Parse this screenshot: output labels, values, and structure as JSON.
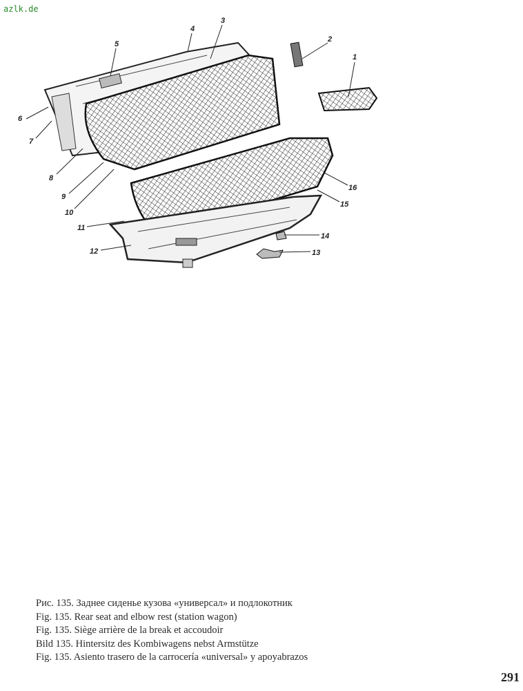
{
  "watermark": "azlk.de",
  "figure": {
    "callouts": [
      "1",
      "2",
      "3",
      "4",
      "5",
      "6",
      "7",
      "8",
      "9",
      "10",
      "11",
      "12",
      "13",
      "14",
      "15",
      "16"
    ]
  },
  "captions": [
    "Рис. 135. Заднее сиденье кузова «универсал» и подлокотник",
    "Fig. 135. Rear seat and elbow rest (station wagon)",
    "Fig. 135. Siège arrière de la break et accoudoir",
    "Bild 135. Hintersitz des Kombiwagens nebst Armstütze",
    "Fig. 135. Asiento trasero de la carrocería «universal» y apoyabrazos"
  ],
  "page_number": "291"
}
